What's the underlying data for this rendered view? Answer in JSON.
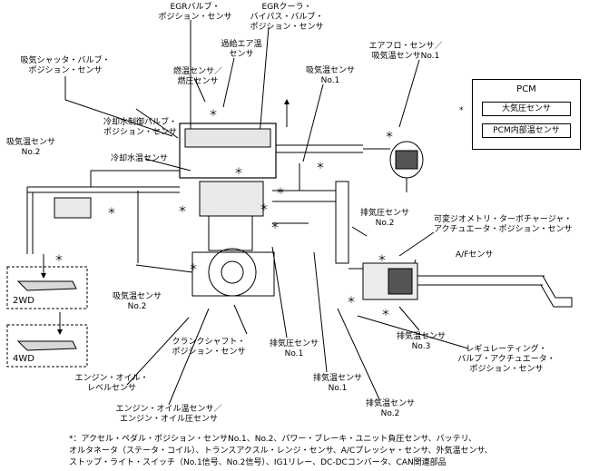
{
  "labels": {
    "egr_valve_sensor": [
      "EGRバルブ・",
      "ポジション・センサ"
    ],
    "egr_cooler_sensor": [
      "EGRクーラ・",
      "バイパス・バルブ・",
      "ポジション・センサ"
    ],
    "boost_air_temp": [
      "過給エア温",
      "センサ"
    ],
    "airflow_sensor": [
      "エアフロ・センサ／",
      "吸気温センサNo.1"
    ],
    "intake_shutter_sensor": [
      "吸気シャッタ・バルブ・",
      "ポジション・センサ"
    ],
    "fuel_temp_pressure": [
      "燃温センサ／",
      "燃圧センサ"
    ],
    "intake_temp_1": [
      "吸気温センサ",
      "No.1"
    ],
    "coolant_valve_sensor": [
      "冷却水制御バルブ・",
      "ポジション・センサ"
    ],
    "intake_temp_2_left": [
      "吸気温センサ",
      "No.2"
    ],
    "coolant_temp": [
      "冷却水温センサ"
    ],
    "exhaust_pressure_2": [
      "排気圧センサ",
      "No.2"
    ],
    "vgt_actuator_sensor": [
      "可変ジオメトリ・ターボチャージャ・",
      "アクチュエータ・ポジション・センサ"
    ],
    "af_sensor": [
      "A/Fセンサ"
    ],
    "intake_temp_2_mid": [
      "吸気温センサ",
      "No.2"
    ],
    "exhaust_temp_3": [
      "排気温センサ",
      "No.3"
    ],
    "crank_sensor": [
      "クランクシャフト・",
      "ポジション・センサ"
    ],
    "exhaust_pressure_1": [
      "排気圧センサ",
      "No.1"
    ],
    "regulating_valve": [
      "レギュレーティング・",
      "バルブ・アクチュエータ・",
      "ポジション・センサ"
    ],
    "oil_level": [
      "エンジン・オイル・",
      "レベルセンサ"
    ],
    "exhaust_temp_1": [
      "排気温センサ",
      "No.1"
    ],
    "exhaust_temp_2": [
      "排気温センサ",
      "No.2"
    ],
    "oil_temp_pressure": [
      "エンジン・オイル温センサ／",
      "エンジン・オイル圧センサ"
    ],
    "drive_2wd": "2WD",
    "drive_4wd": "4WD"
  },
  "pcm": {
    "title": "PCM",
    "star": "*",
    "items": [
      "大気圧センサ",
      "PCM内部温センサ"
    ]
  },
  "footnote": [
    "*：アクセル・ペダル・ポジション・センサNo.1、No.2、パワー・ブレーキ・ユニット負圧センサ、バッテリ、",
    "オルタネータ（ステータ・コイル）、トランスアクスル・レンジ・センサ、A/Cプレッシャ・センサ、外気温センサ、",
    "ストップ・ライト・スイッチ（No.1信号、No.2信号）、IG1リレー、DC-DCコンバータ、CAN関連部品"
  ],
  "colors": {
    "line": "#000000",
    "fill": "#cfcfcf",
    "background": "#ffffff"
  }
}
